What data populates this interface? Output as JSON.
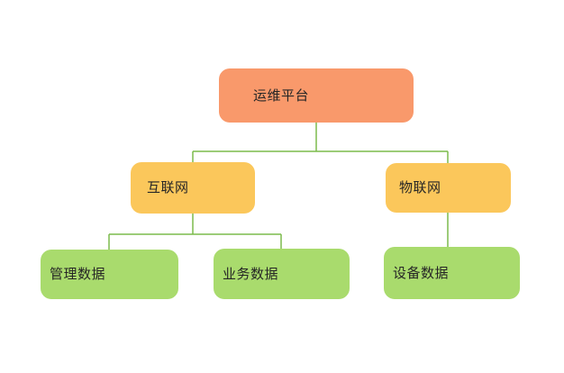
{
  "diagram": {
    "type": "org-tree",
    "background_color": "#ffffff",
    "connector_color": "#7CBB4C",
    "text_color": "#262626",
    "nodes": [
      {
        "id": "ops-platform",
        "label": "运维平台",
        "level": 1,
        "fill": "#F9996B",
        "parent": null
      },
      {
        "id": "internet",
        "label": "互联网",
        "level": 2,
        "fill": "#FBC75B",
        "parent": "ops-platform"
      },
      {
        "id": "iot",
        "label": "物联网",
        "level": 2,
        "fill": "#FBC75B",
        "parent": "ops-platform"
      },
      {
        "id": "management-data",
        "label": "管理数据",
        "level": 3,
        "fill": "#A9DB6D",
        "parent": "internet"
      },
      {
        "id": "business-data",
        "label": "业务数据",
        "level": 3,
        "fill": "#A9DB6D",
        "parent": "internet"
      },
      {
        "id": "device-data",
        "label": "设备数据",
        "level": 3,
        "fill": "#A9DB6D",
        "parent": "iot"
      }
    ],
    "edges": [
      {
        "from": "运维平台",
        "to": "互联网"
      },
      {
        "from": "运维平台",
        "to": "物联网"
      },
      {
        "from": "互联网",
        "to": "管理数据"
      },
      {
        "from": "互联网",
        "to": "业务数据"
      },
      {
        "from": "物联网",
        "to": "设备数据"
      }
    ]
  }
}
